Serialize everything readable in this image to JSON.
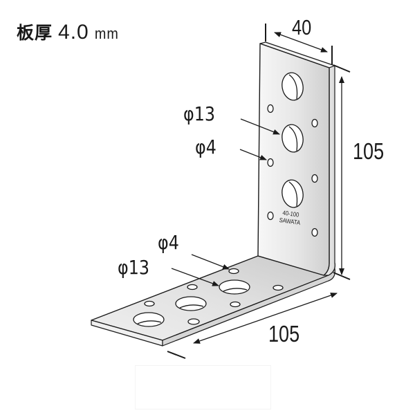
{
  "title": {
    "label_jp": "板厚",
    "value": "4.0",
    "unit": "mm",
    "meaning": "Plate thickness"
  },
  "product": {
    "type": "L-shaped angle bracket",
    "stamp_line1": "40-100",
    "stamp_line2": "SAWATA"
  },
  "dimensions": {
    "width": "40",
    "vertical_leg_height": "105",
    "horizontal_leg_length": "105"
  },
  "callouts": {
    "vertical_large_hole": "φ13",
    "vertical_small_hole": "φ4",
    "horizontal_small_hole": "φ4",
    "horizontal_large_hole": "φ13"
  },
  "colors": {
    "line": "#1a1a1a",
    "metal_light": "#f4f4f4",
    "metal_mid": "#d9d9d9",
    "metal_dark": "#b8b8b8",
    "background": "#ffffff"
  }
}
